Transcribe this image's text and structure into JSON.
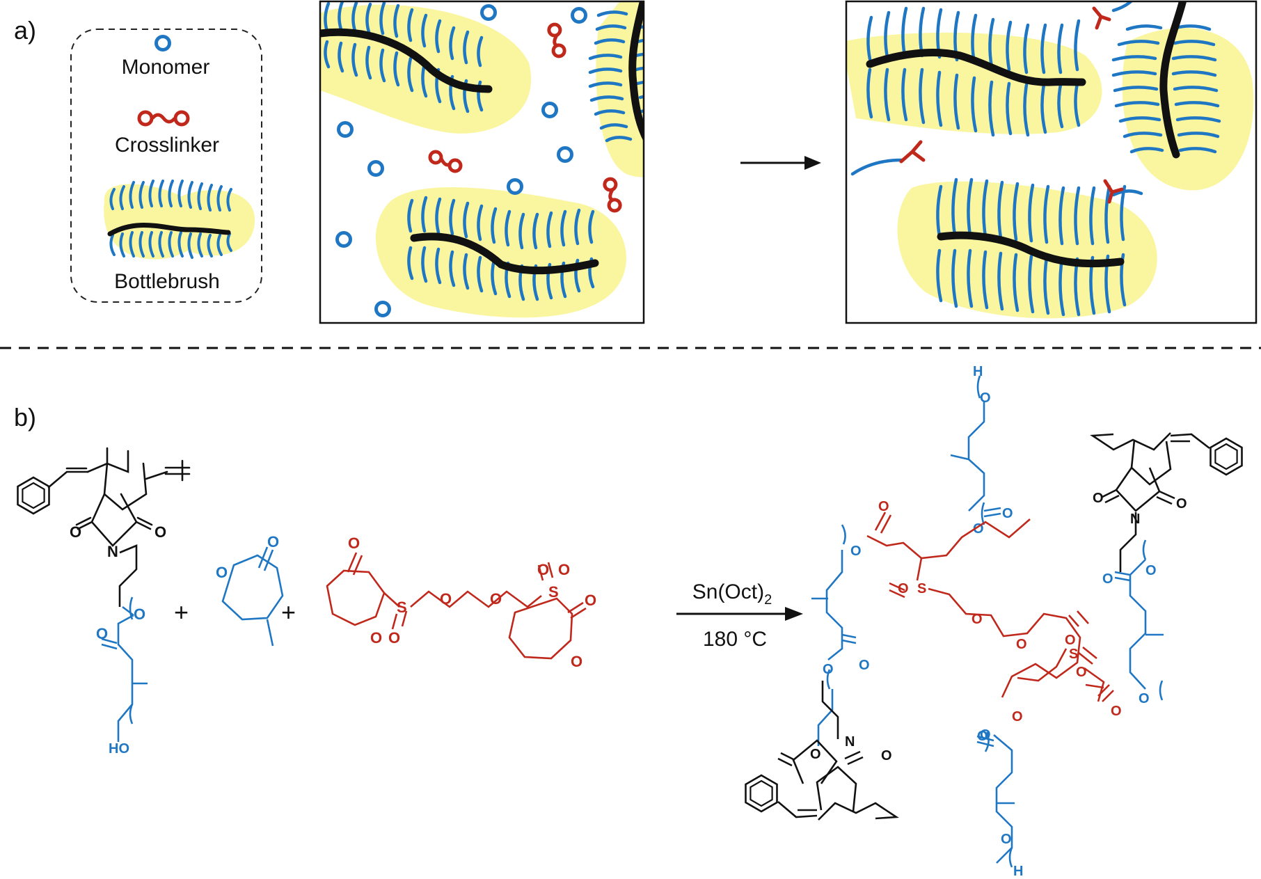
{
  "panel_a": {
    "label": "a)",
    "legend": {
      "monomer_label": "Monomer",
      "crosslinker_label": "Crosslinker",
      "bottlebrush_label": "Bottlebrush"
    }
  },
  "panel_b": {
    "label": "b)",
    "plus_1": "+",
    "plus_2": "+",
    "catalyst": "Sn(Oct)",
    "catalyst_subscript": "2",
    "temperature": "180 °C",
    "atoms": {
      "O": "O",
      "N": "N",
      "S": "S",
      "H": "H",
      "HO": "HO"
    }
  },
  "colors": {
    "blue": "#1f77c4",
    "red": "#c0281c",
    "black": "#111111",
    "yellow": "#faf6a0"
  }
}
